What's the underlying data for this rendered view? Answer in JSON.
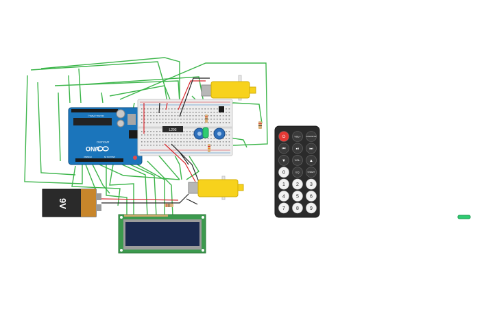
{
  "arduino": {
    "board_name": "UNO",
    "brand_text": "ARDUINO",
    "pin_header_text": "DIGITAL (PWM~)",
    "power_header_text": "POWER",
    "analog_header_text": "ANALOG IN"
  },
  "battery": {
    "label": "9V"
  },
  "driver_chip": {
    "label": "L293"
  },
  "remote": {
    "buttons": [
      {
        "label": "⏻",
        "name": "remote-power-button",
        "kind": "power"
      },
      {
        "label": "VOL+",
        "name": "remote-vol-up-button",
        "kind": "text"
      },
      {
        "label": "FUNC/STOP",
        "name": "remote-func-stop-button",
        "kind": "text"
      },
      {
        "label": "⏮",
        "name": "remote-prev-button",
        "kind": "icon"
      },
      {
        "label": "⏯",
        "name": "remote-play-pause-button",
        "kind": "icon"
      },
      {
        "label": "⏭",
        "name": "remote-next-button",
        "kind": "icon"
      },
      {
        "label": "▼",
        "name": "remote-down-button",
        "kind": "icon"
      },
      {
        "label": "VOL-",
        "name": "remote-vol-down-button",
        "kind": "text"
      },
      {
        "label": "▲",
        "name": "remote-up-button",
        "kind": "icon"
      },
      {
        "label": "0",
        "name": "remote-digit-0-button",
        "kind": "digit"
      },
      {
        "label": "EQ",
        "name": "remote-eq-button",
        "kind": "text"
      },
      {
        "label": "ST/REPT",
        "name": "remote-st-rept-button",
        "kind": "text"
      },
      {
        "label": "1",
        "name": "remote-digit-1-button",
        "kind": "digit"
      },
      {
        "label": "2",
        "name": "remote-digit-2-button",
        "kind": "digit"
      },
      {
        "label": "3",
        "name": "remote-digit-3-button",
        "kind": "digit"
      },
      {
        "label": "4",
        "name": "remote-digit-4-button",
        "kind": "digit"
      },
      {
        "label": "5",
        "name": "remote-digit-5-button",
        "kind": "digit"
      },
      {
        "label": "6",
        "name": "remote-digit-6-button",
        "kind": "digit"
      },
      {
        "label": "7",
        "name": "remote-digit-7-button",
        "kind": "digit"
      },
      {
        "label": "8",
        "name": "remote-digit-8-button",
        "kind": "digit"
      },
      {
        "label": "9",
        "name": "remote-digit-9-button",
        "kind": "digit"
      }
    ]
  },
  "colors": {
    "wire_green": "#3cb54a",
    "wire_red": "#d8262b",
    "wire_black": "#222222",
    "arduino_blue": "#1b75bb",
    "motor_yellow": "#f7d21c",
    "lcd_green": "#3c9a4e",
    "lcd_screen": "#1b2a4f",
    "remote_body": "#2b2b2b",
    "battery_body": "#2a2a2a",
    "battery_cap": "#c8862b"
  }
}
